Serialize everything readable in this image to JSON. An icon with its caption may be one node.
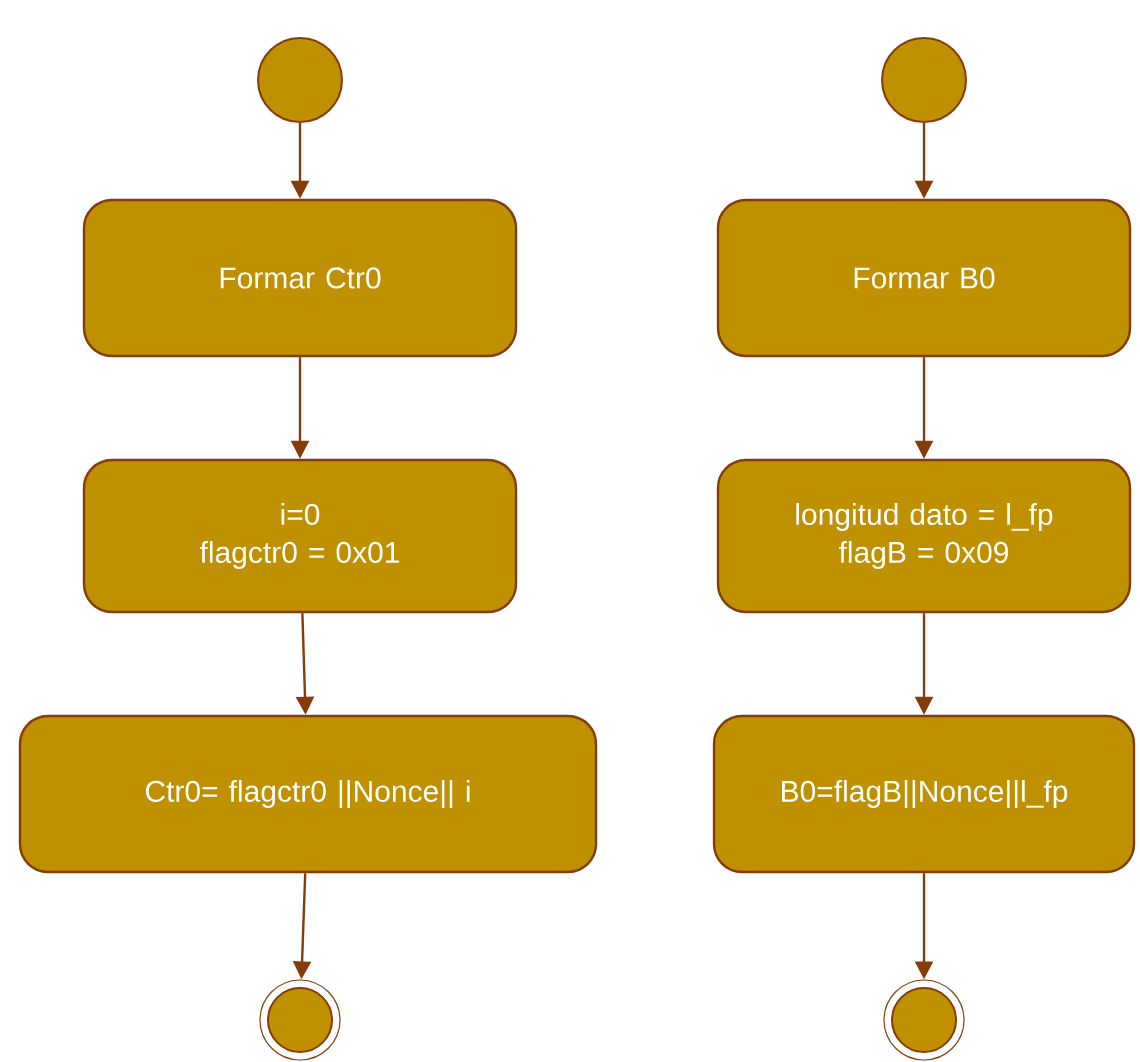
{
  "diagram": {
    "nodes": [
      {
        "text": [],
        "shape": "circle"
      },
      {
        "text": [
          "Formar Ctr0"
        ]
      },
      {
        "text": [
          "i=0",
          "flagctr0 = 0x01"
        ]
      },
      {
        "text": [
          "Ctr0= flagctr0 ||Nonce|| i"
        ]
      },
      {
        "text": [],
        "shape": "circle"
      },
      {
        "text": [],
        "shape": "circle"
      },
      {
        "text": [
          "Formar B0"
        ]
      },
      {
        "text": [
          "longitud dato = l_fp",
          "flagB = 0x09"
        ]
      },
      {
        "text": [
          "B0=flagB||Nonce||l_fp"
        ]
      },
      {
        "text": [],
        "shape": "circle"
      }
    ],
    "edges": [
      {
        "from": 0,
        "to": 1,
        "arrow": "to"
      },
      {
        "from": 1,
        "to": 2,
        "arrow": "to"
      },
      {
        "from": 2,
        "to": 3,
        "arrow": "to"
      },
      {
        "from": 3,
        "to": 4,
        "arrow": "to"
      },
      {
        "from": 5,
        "to": 6,
        "arrow": "to"
      },
      {
        "from": 6,
        "to": 7,
        "arrow": "to"
      },
      {
        "from": 7,
        "to": 8,
        "arrow": "to"
      },
      {
        "from": 8,
        "to": 9,
        "arrow": "to"
      }
    ]
  }
}
